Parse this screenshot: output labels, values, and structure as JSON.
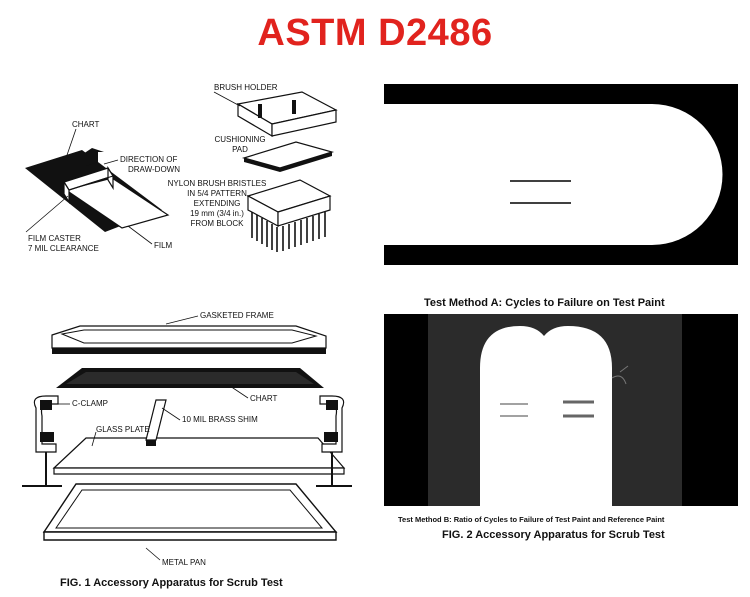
{
  "title": "ASTM D2486",
  "fig1": {
    "labels": {
      "chart_top": "CHART",
      "direction_line1": "DIRECTION OF",
      "direction_line2": "DRAW-DOWN",
      "film_caster_line1": "FILM CASTER",
      "film_caster_line2": "7 MIL CLEARANCE",
      "film": "FILM",
      "brush_holder": "BRUSH HOLDER",
      "cushioning_line1": "CUSHIONING",
      "cushioning_line2": "PAD",
      "bristles_line1": "NYLON BRUSH BRISTLES",
      "bristles_line2": "IN 5/4 PATTERN",
      "bristles_line3": "EXTENDING",
      "bristles_line4": "19 mm (3/4 in.)",
      "bristles_line5": "FROM BLOCK",
      "gasketed_frame": "GASKETED FRAME",
      "chart_mid": "CHART",
      "c_clamp": "C-CLAMP",
      "brass_shim": "10 MIL BRASS SHIM",
      "glass_plate": "GLASS PLATE",
      "metal_pan": "METAL PAN"
    },
    "caption": "FIG. 1 Accessory Apparatus for Scrub Test"
  },
  "fig2": {
    "method_a_caption": "Test Method A:  Cycles to Failure on Test Paint",
    "method_b_caption": "Test Method B:  Ratio of Cycles to Failure of Test Paint and Reference Paint",
    "caption": "FIG. 2 Accessory Apparatus for Scrub Test"
  },
  "colors": {
    "title": "#e1231e",
    "panel_black": "#000000",
    "panel_dark_gray": "#2b2b2b"
  },
  "icons": [
    "draw-down-arrow-icon"
  ]
}
